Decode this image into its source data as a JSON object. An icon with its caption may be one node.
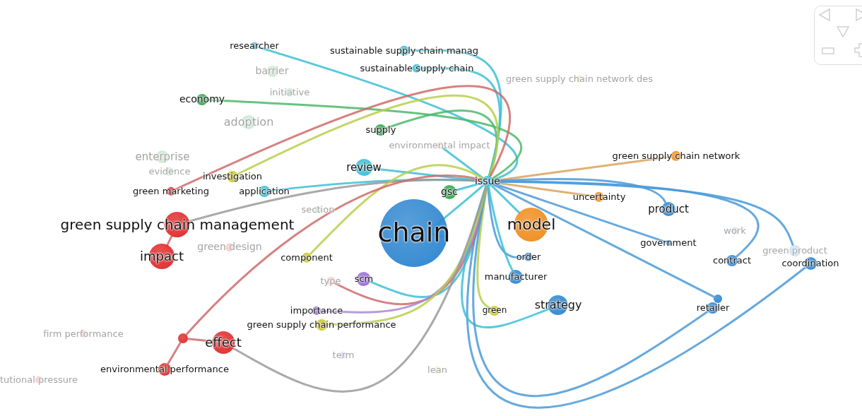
{
  "diagram": {
    "nodes": [
      {
        "text": [
          "researcher"
        ]
      },
      {
        "text": [
          "sustainable supply chain manag"
        ]
      },
      {
        "text": [
          "sustainable supply chain"
        ]
      },
      {
        "text": [
          "barrier"
        ]
      },
      {
        "text": [
          "green supply chain network des"
        ]
      },
      {
        "text": [
          "economy"
        ]
      },
      {
        "text": [
          "initiative"
        ]
      },
      {
        "text": [
          "adoption"
        ]
      },
      {
        "text": [
          "supply"
        ]
      },
      {
        "text": [
          "enterprise"
        ]
      },
      {
        "text": [
          "green supply chain network"
        ]
      },
      {
        "text": [
          "evidence"
        ]
      },
      {
        "text": [
          "investigation"
        ]
      },
      {
        "text": [
          "review"
        ]
      },
      {
        "text": [
          "environmental impact"
        ]
      },
      {
        "text": [
          "gsc"
        ]
      },
      {
        "text": [
          "issue"
        ]
      },
      {
        "text": [
          "application"
        ]
      },
      {
        "text": [
          "green marketing"
        ]
      },
      {
        "text": [
          "uncertainty"
        ]
      },
      {
        "text": [
          "section"
        ]
      },
      {
        "text": [
          "model"
        ]
      },
      {
        "text": [
          "product"
        ]
      },
      {
        "text": [
          "green supply chain management"
        ]
      },
      {
        "text": [
          "chain"
        ]
      },
      {
        "text": [
          "work"
        ]
      },
      {
        "text": [
          "green design"
        ]
      },
      {
        "text": [
          "impact"
        ]
      },
      {
        "text": [
          "component"
        ]
      },
      {
        "text": [
          "scm"
        ]
      },
      {
        "text": [
          "government"
        ]
      },
      {
        "text": [
          "order"
        ]
      },
      {
        "text": [
          "contract"
        ]
      },
      {
        "text": [
          "green product"
        ]
      },
      {
        "text": [
          "coordination"
        ]
      },
      {
        "text": [
          "type"
        ]
      },
      {
        "text": [
          "manufacturer"
        ]
      },
      {
        "text": [
          "importance"
        ]
      },
      {
        "text": [
          "strategy"
        ]
      },
      {
        "text": [
          "green"
        ]
      },
      {
        "text": [
          "retailer"
        ]
      },
      {
        "text": [],
        "shape": "circle"
      },
      {
        "text": [
          "green supply chain performance"
        ]
      },
      {
        "text": [],
        "shape": "circle"
      },
      {
        "text": [
          "effect"
        ]
      },
      {
        "text": [
          "firm performance"
        ]
      },
      {
        "text": [
          "term"
        ]
      },
      {
        "text": [
          "lean"
        ]
      },
      {
        "text": [
          "environmental performance"
        ]
      },
      {
        "text": [
          "tutional pressure"
        ]
      }
    ],
    "edges": [
      {
        "from": 16,
        "to": 0,
        "arrow": "none"
      },
      {
        "from": 16,
        "to": 1,
        "arrow": "none"
      },
      {
        "from": 16,
        "to": 2,
        "arrow": "none"
      },
      {
        "from": 16,
        "to": 5,
        "arrow": "none",
        "color": "#4cb86a"
      },
      {
        "from": 16,
        "to": 8,
        "arrow": "none",
        "color": "#4cb86a"
      },
      {
        "from": 16,
        "to": 10,
        "arrow": "none",
        "color": "#d9a35a"
      },
      {
        "from": 16,
        "to": 13,
        "arrow": "none"
      },
      {
        "from": 16,
        "to": 14,
        "arrow": "none"
      },
      {
        "from": 16,
        "to": 15,
        "arrow": "none"
      },
      {
        "from": 16,
        "to": 17,
        "arrow": "none"
      },
      {
        "from": 16,
        "to": 12,
        "arrow": "none",
        "color": "#b9cf4a"
      },
      {
        "from": 16,
        "to": 18,
        "arrow": "none",
        "color": "#cf6b6b"
      },
      {
        "from": 16,
        "to": 19,
        "arrow": "none",
        "color": "#d9a35a"
      },
      {
        "from": 16,
        "to": 21,
        "arrow": "none"
      },
      {
        "from": 16,
        "to": 22,
        "arrow": "none",
        "color": "#4a9ad8"
      },
      {
        "from": 16,
        "to": 23,
        "arrow": "none",
        "color": "#9a9a9a"
      },
      {
        "from": 16,
        "to": 24,
        "arrow": "none"
      },
      {
        "from": 16,
        "to": 28,
        "arrow": "none",
        "color": "#b9cf4a"
      },
      {
        "from": 16,
        "to": 29,
        "arrow": "none"
      },
      {
        "from": 16,
        "to": 30,
        "arrow": "none",
        "color": "#4a9ad8"
      },
      {
        "from": 16,
        "to": 31,
        "arrow": "none",
        "color": "#4a9ad8"
      },
      {
        "from": 16,
        "to": 32,
        "arrow": "none",
        "color": "#4a9ad8"
      },
      {
        "from": 16,
        "to": 33,
        "arrow": "none",
        "color": "#4a9ad8"
      },
      {
        "from": 16,
        "to": 34,
        "arrow": "none",
        "color": "#4a9ad8"
      },
      {
        "from": 16,
        "to": 35,
        "arrow": "none",
        "color": "#cf6b6b"
      },
      {
        "from": 16,
        "to": 36,
        "arrow": "none"
      },
      {
        "from": 16,
        "to": 37,
        "arrow": "none",
        "color": "#a98ad8"
      },
      {
        "from": 16,
        "to": 38,
        "arrow": "none"
      },
      {
        "from": 16,
        "to": 39,
        "arrow": "none",
        "color": "#b9cf4a"
      },
      {
        "from": 16,
        "to": 40,
        "arrow": "none",
        "color": "#4a9ad8"
      },
      {
        "from": 16,
        "to": 41,
        "arrow": "none",
        "color": "#4a9ad8"
      },
      {
        "from": 16,
        "to": 42,
        "arrow": "none",
        "color": "#b9cf4a"
      },
      {
        "from": 16,
        "to": 44,
        "arrow": "none",
        "color": "#9a9a9a"
      },
      {
        "from": 16,
        "to": 43,
        "arrow": "none",
        "color": "#cf6b6b"
      },
      {
        "from": 23,
        "to": 27,
        "arrow": "none",
        "color": "#cf6b6b"
      },
      {
        "from": 43,
        "to": 48,
        "arrow": "none",
        "color": "#cf6b6b"
      },
      {
        "from": 43,
        "to": 44,
        "arrow": "none",
        "color": "#cf6b6b"
      }
    ]
  }
}
